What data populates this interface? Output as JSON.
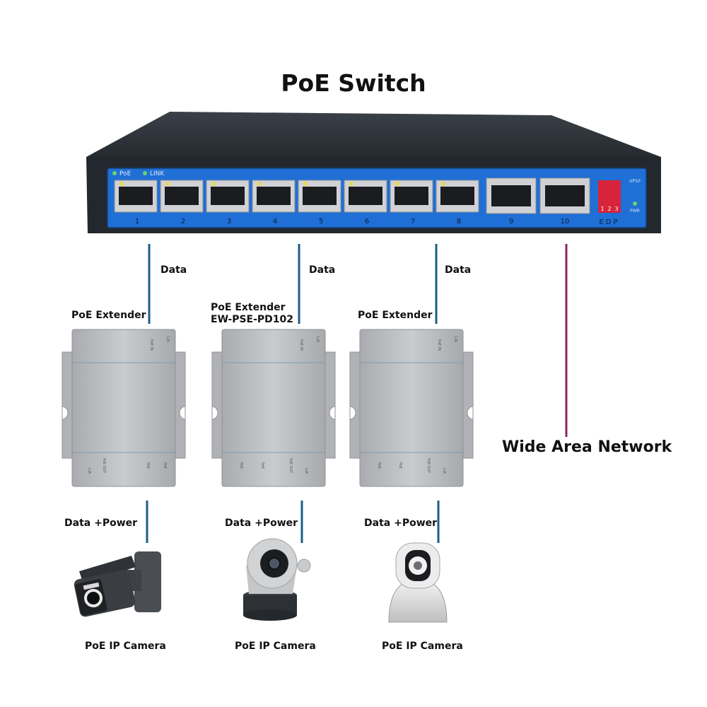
{
  "title": "PoE Switch",
  "switch": {
    "led_legend": [
      "PoE",
      "LINK"
    ],
    "ports": [
      "1",
      "2",
      "3",
      "4",
      "5",
      "6",
      "7",
      "8",
      "9",
      "10"
    ],
    "dip_label": "EDP",
    "dip_numbers": [
      "1",
      "2",
      "3"
    ],
    "led_labels": [
      "UP10",
      "PWR"
    ]
  },
  "extenders": [
    {
      "label": "PoE Extender",
      "model": ""
    },
    {
      "label": "PoE Extender",
      "model": "EW-PSE-PD102"
    },
    {
      "label": "PoE Extender",
      "model": ""
    }
  ],
  "extender_markings": {
    "top": [
      "PoE IN",
      "L/A"
    ],
    "bottom": [
      "PoE OUT",
      "L/A",
      "PoE",
      "PoE"
    ]
  },
  "links": {
    "upstream": "Data",
    "downstream": "Data +Power"
  },
  "wan": "Wide Area Network",
  "cameras": [
    "PoE IP Camera",
    "PoE IP Camera",
    "PoE IP Camera"
  ],
  "colors": {
    "switch_body": "#2c3138",
    "switch_panel": "#1f6fd6",
    "data_line": "#1b5f86",
    "wan_line": "#8a2466",
    "extender": "#bcbec1",
    "dip": "#d8243a"
  }
}
